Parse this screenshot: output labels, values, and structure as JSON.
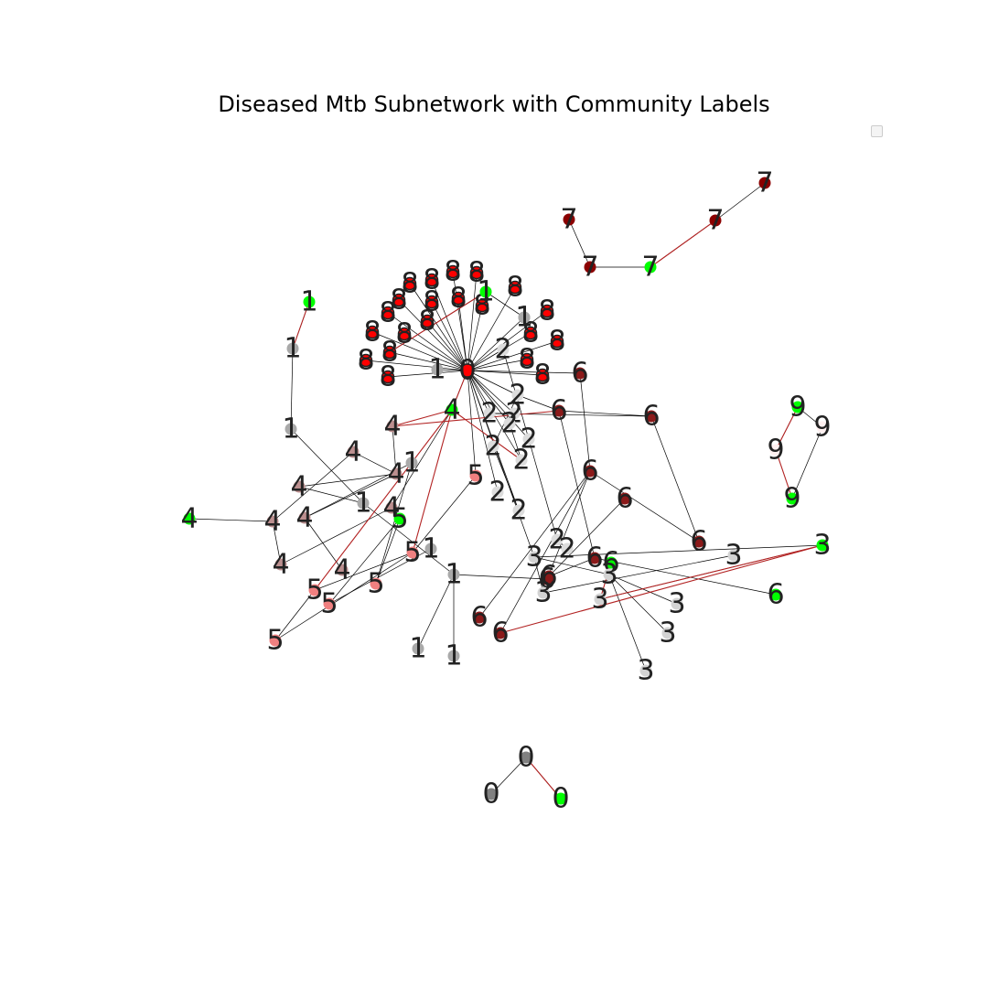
{
  "title": "Diseased Mtb Subnetwork with Community Labels",
  "colors": {
    "community0": "#808080",
    "community1": "#a9a9a9",
    "community2": "#dcdcdc",
    "community3": "#d3d3d3",
    "community4": "#bc8f8f",
    "community5": "#f08080",
    "community6": "#8b1a1a",
    "community7": "#8b0000",
    "community8": "#ff0000",
    "community9": "#fff0f0",
    "highlight": "#00ff00",
    "edge": "#000000",
    "edge_highlight": "#b22222"
  },
  "graph": {
    "nodes": [
      {
        "id": "hub",
        "label": "0",
        "community": 8
      },
      {
        "id": "n8a",
        "label": "8",
        "community": 8
      },
      {
        "id": "n8b",
        "label": "8",
        "community": 8
      },
      {
        "id": "n8c",
        "label": "8",
        "community": 8
      },
      {
        "id": "n8d",
        "label": "8",
        "community": 8
      },
      {
        "id": "n8e",
        "label": "8",
        "community": 8
      },
      {
        "id": "n8f",
        "label": "8",
        "community": 8
      },
      {
        "id": "n8g",
        "label": "8",
        "community": 8
      },
      {
        "id": "n8h",
        "label": "8",
        "community": 8
      },
      {
        "id": "n8i",
        "label": "8",
        "community": 8
      },
      {
        "id": "n8j",
        "label": "8",
        "community": 8
      },
      {
        "id": "n8k",
        "label": "8",
        "community": 8
      },
      {
        "id": "n8l",
        "label": "8",
        "community": 8
      },
      {
        "id": "n8m",
        "label": "8",
        "community": 8
      },
      {
        "id": "n8n",
        "label": "8",
        "community": 8
      },
      {
        "id": "n8o",
        "label": "8",
        "community": 8
      },
      {
        "id": "n8p",
        "label": "8",
        "community": 8
      },
      {
        "id": "n8q",
        "label": "8",
        "community": 8
      },
      {
        "id": "n8r",
        "label": "8",
        "community": 8
      },
      {
        "id": "n8s",
        "label": "8",
        "community": 8
      },
      {
        "id": "n8t",
        "label": "8",
        "community": 8
      },
      {
        "id": "n8u",
        "label": "8",
        "community": 8
      },
      {
        "id": "n1a",
        "label": "1",
        "community": 1,
        "highlight": true
      },
      {
        "id": "n1b",
        "label": "1",
        "community": 1
      },
      {
        "id": "n1c",
        "label": "1",
        "community": 1
      },
      {
        "id": "n1d",
        "label": "1",
        "community": 1
      },
      {
        "id": "n1e",
        "label": "1",
        "community": 1
      },
      {
        "id": "n1f",
        "label": "1",
        "community": 1
      },
      {
        "id": "n1g",
        "label": "1",
        "community": 1
      },
      {
        "id": "n1h",
        "label": "1",
        "community": 1
      },
      {
        "id": "n1i",
        "label": "1",
        "community": 1
      },
      {
        "id": "n1j",
        "label": "1",
        "community": 1
      },
      {
        "id": "n1k",
        "label": "1",
        "community": 1
      },
      {
        "id": "n1l",
        "label": "1",
        "community": 1,
        "highlight": true
      },
      {
        "id": "n1m",
        "label": "1",
        "community": 1
      },
      {
        "id": "n1n",
        "label": "1",
        "community": 1
      },
      {
        "id": "n2a",
        "label": "2",
        "community": 2
      },
      {
        "id": "n2b",
        "label": "2",
        "community": 2
      },
      {
        "id": "n2c",
        "label": "2",
        "community": 2
      },
      {
        "id": "n2d",
        "label": "2",
        "community": 2
      },
      {
        "id": "n2e",
        "label": "2",
        "community": 2
      },
      {
        "id": "n2f",
        "label": "2",
        "community": 2
      },
      {
        "id": "n2g",
        "label": "2",
        "community": 2
      },
      {
        "id": "n2h",
        "label": "2",
        "community": 2
      },
      {
        "id": "n2i",
        "label": "2",
        "community": 2
      },
      {
        "id": "n2j",
        "label": "2",
        "community": 2
      },
      {
        "id": "n2k",
        "label": "2",
        "community": 2
      },
      {
        "id": "n2l",
        "label": "2",
        "community": 2
      },
      {
        "id": "n4a",
        "label": "4",
        "community": 4,
        "highlight": true
      },
      {
        "id": "n4b",
        "label": "4",
        "community": 4
      },
      {
        "id": "n4c",
        "label": "4",
        "community": 4
      },
      {
        "id": "n4d",
        "label": "4",
        "community": 4
      },
      {
        "id": "n4e",
        "label": "4",
        "community": 4
      },
      {
        "id": "n4f",
        "label": "4",
        "community": 4
      },
      {
        "id": "n4g",
        "label": "4",
        "community": 4
      },
      {
        "id": "n4h",
        "label": "4",
        "community": 4
      },
      {
        "id": "n4i",
        "label": "4",
        "community": 4
      },
      {
        "id": "n4j",
        "label": "4",
        "community": 4
      },
      {
        "id": "n4k",
        "label": "4",
        "community": 4,
        "highlight": true
      },
      {
        "id": "n5a",
        "label": "5",
        "community": 5
      },
      {
        "id": "n5b",
        "label": "5",
        "community": 5
      },
      {
        "id": "n5c",
        "label": "5",
        "community": 5
      },
      {
        "id": "n5d",
        "label": "5",
        "community": 5
      },
      {
        "id": "n5e",
        "label": "5",
        "community": 5
      },
      {
        "id": "n5f",
        "label": "5",
        "community": 5
      },
      {
        "id": "n5g",
        "label": "5",
        "community": 5,
        "highlight": true
      },
      {
        "id": "n6a",
        "label": "6",
        "community": 6
      },
      {
        "id": "n6b",
        "label": "6",
        "community": 6
      },
      {
        "id": "n6c",
        "label": "6",
        "community": 6
      },
      {
        "id": "n6d",
        "label": "6",
        "community": 6
      },
      {
        "id": "n6e",
        "label": "6",
        "community": 6
      },
      {
        "id": "n6f",
        "label": "6",
        "community": 6
      },
      {
        "id": "n6g",
        "label": "6",
        "community": 6
      },
      {
        "id": "n6h",
        "label": "6",
        "community": 6
      },
      {
        "id": "n6i",
        "label": "6",
        "community": 6
      },
      {
        "id": "n6j",
        "label": "6",
        "community": 6
      },
      {
        "id": "n6k",
        "label": "6",
        "community": 6,
        "highlight": true
      },
      {
        "id": "n6l",
        "label": "6",
        "community": 6,
        "highlight": true
      },
      {
        "id": "n6m",
        "label": "6",
        "community": 6
      },
      {
        "id": "n3a",
        "label": "3",
        "community": 3
      },
      {
        "id": "n3b",
        "label": "3",
        "community": 3
      },
      {
        "id": "n3c",
        "label": "3",
        "community": 3
      },
      {
        "id": "n3d",
        "label": "3",
        "community": 3
      },
      {
        "id": "n3e",
        "label": "3",
        "community": 3
      },
      {
        "id": "n3f",
        "label": "3",
        "community": 3
      },
      {
        "id": "n3g",
        "label": "3",
        "community": 3
      },
      {
        "id": "n3h",
        "label": "3",
        "community": 3
      },
      {
        "id": "n3i",
        "label": "3",
        "community": 3,
        "highlight": true
      },
      {
        "id": "n7a",
        "label": "7",
        "community": 7
      },
      {
        "id": "n7b",
        "label": "7",
        "community": 7
      },
      {
        "id": "n7c",
        "label": "7",
        "community": 7,
        "highlight": true
      },
      {
        "id": "n7d",
        "label": "7",
        "community": 7
      },
      {
        "id": "n7e",
        "label": "7",
        "community": 7
      },
      {
        "id": "n9a",
        "label": "9",
        "community": 9,
        "highlight": true
      },
      {
        "id": "n9b",
        "label": "9",
        "community": 9
      },
      {
        "id": "n9c",
        "label": "9",
        "community": 9
      },
      {
        "id": "n9d",
        "label": "9",
        "community": 9,
        "highlight": true
      },
      {
        "id": "n0a",
        "label": "0",
        "community": 0
      },
      {
        "id": "n0b",
        "label": "0",
        "community": 0
      },
      {
        "id": "n0c",
        "label": "0",
        "community": 0,
        "highlight": true
      }
    ],
    "edges": [
      [
        "hub",
        "n8a"
      ],
      [
        "hub",
        "n8b"
      ],
      [
        "hub",
        "n8c"
      ],
      [
        "hub",
        "n8d"
      ],
      [
        "hub",
        "n8e"
      ],
      [
        "hub",
        "n8f"
      ],
      [
        "hub",
        "n8g"
      ],
      [
        "hub",
        "n8h"
      ],
      [
        "hub",
        "n8i"
      ],
      [
        "hub",
        "n8j"
      ],
      [
        "hub",
        "n8k"
      ],
      [
        "hub",
        "n8l"
      ],
      [
        "hub",
        "n8m"
      ],
      [
        "hub",
        "n8n"
      ],
      [
        "hub",
        "n8o"
      ],
      [
        "hub",
        "n8p"
      ],
      [
        "hub",
        "n8q"
      ],
      [
        "hub",
        "n8r"
      ],
      [
        "hub",
        "n8s"
      ],
      [
        "hub",
        "n8t"
      ],
      [
        "hub",
        "n8u"
      ],
      [
        "hub",
        "n1c"
      ],
      [
        "hub",
        "n2a"
      ],
      [
        "hub",
        "n2b"
      ],
      [
        "hub",
        "n2c"
      ],
      [
        "hub",
        "n2d"
      ],
      [
        "hub",
        "n2e"
      ],
      [
        "hub",
        "n2f"
      ],
      [
        "hub",
        "n2h"
      ],
      [
        "hub",
        "n2i"
      ],
      [
        "hub",
        "n2j"
      ],
      [
        "hub",
        "n4k"
      ],
      [
        "hub",
        "n5a"
      ],
      [
        "hub",
        "n6b"
      ],
      [
        "hub",
        "n1d"
      ],
      [
        "hub",
        "n3a"
      ],
      [
        "n1a",
        "n1b"
      ],
      [
        "n1b",
        "n1e"
      ],
      [
        "n1e",
        "n1h"
      ],
      [
        "n1h",
        "n1j"
      ],
      [
        "n1j",
        "n1m"
      ],
      [
        "n1j",
        "n1n"
      ],
      [
        "n1j",
        "n6a"
      ],
      [
        "n1f",
        "n1g"
      ],
      [
        "n1l",
        "n8q"
      ],
      [
        "n1l",
        "n1d"
      ],
      [
        "n1g",
        "n1d"
      ],
      [
        "n2a",
        "n2f"
      ],
      [
        "n2b",
        "n2g"
      ],
      [
        "n2c",
        "n2d"
      ],
      [
        "n2e",
        "n2h"
      ],
      [
        "n2g",
        "n2j"
      ],
      [
        "n2f",
        "n2k"
      ],
      [
        "n2d",
        "n6d"
      ],
      [
        "n2k",
        "n2l"
      ],
      [
        "n2b",
        "n6c"
      ],
      [
        "n4a",
        "n4f"
      ],
      [
        "n4f",
        "n4h"
      ],
      [
        "n4b",
        "n4e"
      ],
      [
        "n4c",
        "n4f"
      ],
      [
        "n4e",
        "n4g"
      ],
      [
        "n4g",
        "n4i"
      ],
      [
        "n4d",
        "n4e"
      ],
      [
        "n4h",
        "n4j"
      ],
      [
        "n4j",
        "n4k"
      ],
      [
        "n4g",
        "n1i"
      ],
      [
        "n4d",
        "n1h"
      ],
      [
        "n4c",
        "n4e"
      ],
      [
        "n5b",
        "n5c"
      ],
      [
        "n5b",
        "n5f"
      ],
      [
        "n5c",
        "n5f"
      ],
      [
        "n5d",
        "n5g"
      ],
      [
        "n5e",
        "n1i"
      ],
      [
        "n5e",
        "n5g"
      ],
      [
        "n5a",
        "n5b"
      ],
      [
        "n5d",
        "n1k"
      ],
      [
        "n6a",
        "n6e"
      ],
      [
        "n6b",
        "n6e"
      ],
      [
        "n6e",
        "n6g"
      ],
      [
        "n6h",
        "n6e"
      ],
      [
        "n6i",
        "n6e"
      ],
      [
        "n6d",
        "n6c"
      ],
      [
        "n6c",
        "n6j"
      ],
      [
        "n6j",
        "n6k"
      ],
      [
        "n6f",
        "n6m"
      ],
      [
        "n6d",
        "n6g"
      ],
      [
        "n6m",
        "n6j"
      ],
      [
        "n3a",
        "n3d"
      ],
      [
        "n3d",
        "n3e"
      ],
      [
        "n3d",
        "n3f"
      ],
      [
        "n3d",
        "n3g"
      ],
      [
        "n3c",
        "n3i"
      ],
      [
        "n3a",
        "n3i"
      ],
      [
        "n3b",
        "n3h"
      ],
      [
        "n3a",
        "n3b"
      ],
      [
        "n7a",
        "n7b"
      ],
      [
        "n7b",
        "n7c"
      ],
      [
        "n7c",
        "n7d"
      ],
      [
        "n7d",
        "n7e"
      ],
      [
        "n9a",
        "n9b"
      ],
      [
        "n9a",
        "n9c"
      ],
      [
        "n9b",
        "n9d"
      ],
      [
        "n0a",
        "n0b"
      ],
      [
        "n0a",
        "n0c"
      ]
    ],
    "highlighted_edges": [
      [
        "n1a",
        "n1b"
      ],
      [
        "n1l",
        "n8q"
      ],
      [
        "hub",
        "n4k"
      ],
      [
        "n4k",
        "n4b"
      ],
      [
        "n4b",
        "n6c"
      ],
      [
        "n4k",
        "n5b"
      ],
      [
        "n4k",
        "n5c"
      ],
      [
        "n4k",
        "n2h"
      ],
      [
        "n3i",
        "n6i"
      ],
      [
        "n3i",
        "n3c"
      ],
      [
        "n6l",
        "n3c"
      ],
      [
        "n7c",
        "n7d"
      ],
      [
        "n9a",
        "n9c"
      ],
      [
        "n9c",
        "n9d"
      ],
      [
        "n0a",
        "n0c"
      ]
    ]
  }
}
